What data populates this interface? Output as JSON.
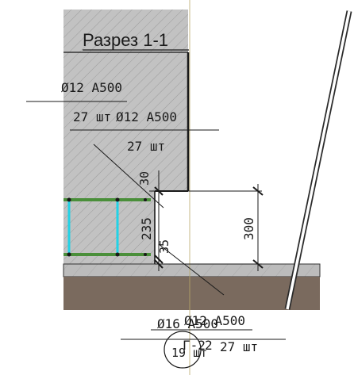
{
  "section_title": "Разрез 1-1",
  "rebar_labels": {
    "wall_top_left": "Ø12 A500",
    "wall_count_left": "27 шт",
    "wall_top_right": "Ø12 A500",
    "wall_count_right": "27 шт",
    "bottom_a": "Ø16 A500",
    "bottom_b": "Ø12 A500",
    "bottom_count_a": "19 шт",
    "bottom_count_b": "27 шт"
  },
  "dimensions": {
    "top_cover": "30",
    "beam_height": "235",
    "slot_height": "300",
    "small_offset": "35"
  },
  "marker": {
    "number": "2",
    "overlap_text": "Г-2"
  },
  "colors": {
    "concrete": "#bdbdbd",
    "soil": "#7a6a5e",
    "green_bar": "#4a8f3a",
    "cyan_stirrup": "#22d3e6",
    "line": "#1a1a1a"
  }
}
